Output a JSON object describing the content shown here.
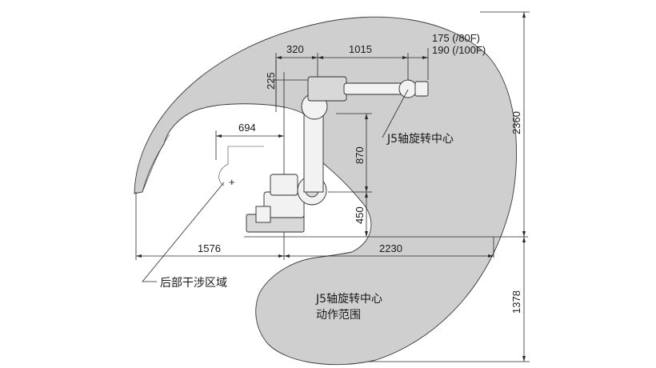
{
  "colors": {
    "envelope": "#cfcfcf",
    "line": "#2a2a2a",
    "background": "#ffffff"
  },
  "dimensions": {
    "top_offset": "320",
    "top_arm": "1015",
    "wrist_80f": "175 (/80F)",
    "wrist_100f": "190 (/100F)",
    "shoulder_offset": "225",
    "rear_radius": "694",
    "upper_arm": "870",
    "base_height": "450",
    "rear_reach": "1576",
    "front_reach": "2230",
    "top_height": "2360",
    "bottom_depth": "1378"
  },
  "labels": {
    "j5_center": "J5轴旋转中心",
    "rear_interference": "后部干涉区域",
    "j5_range_line1": "J5轴旋转中心",
    "j5_range_line2": "动作范围"
  }
}
